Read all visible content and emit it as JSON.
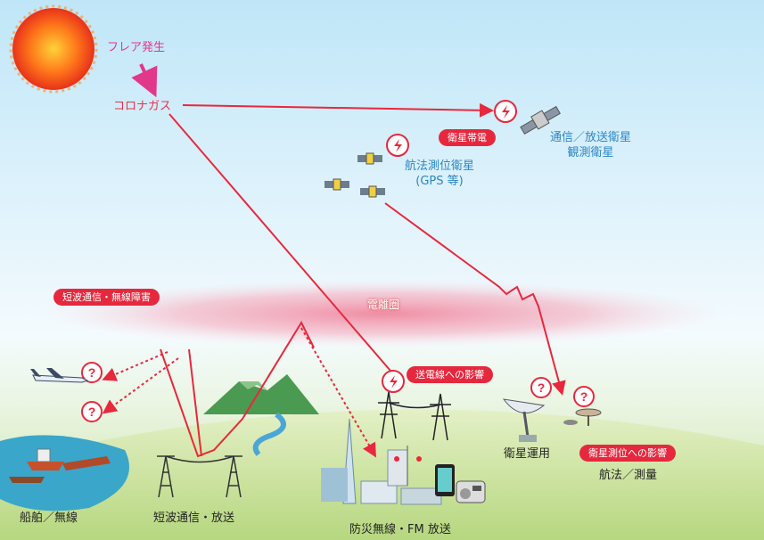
{
  "labels": {
    "flare": "フレア発生",
    "corona": "コロナガス",
    "satellite_charging": "衛星帯電",
    "comm_satellite_line1": "通信／放送衛星",
    "comm_satellite_line2": "観測衛星",
    "gps_line1": "航法測位衛星",
    "gps_line2": "(GPS 等)",
    "shortwave_obstacle": "短波通信・無線障害",
    "ionosphere": "電離圏",
    "powerline_effect": "送電線への影響",
    "satellite_operation": "衛星運用",
    "positioning_effect": "衛星測位への影響",
    "navigation_survey": "航法／測量",
    "ship_radio": "船舶／無線",
    "shortwave_broadcast": "短波通信・放送",
    "disaster_radio_fm": "防災無線・FM 放送"
  },
  "colors": {
    "arrow_red": "#e8283c",
    "badge_red": "#e6283e",
    "label_blue": "#2a86c6",
    "label_pink": "#e2388a",
    "ionosphere_pink": "#f08aa0"
  },
  "icons": [
    "sun-icon",
    "satellite-icon",
    "warning-icon",
    "question-icon",
    "airplane-icon",
    "ship-icon",
    "antenna-tower-icon",
    "pylon-icon",
    "dish-antenna-icon",
    "smartphone-icon",
    "radio-icon"
  ]
}
